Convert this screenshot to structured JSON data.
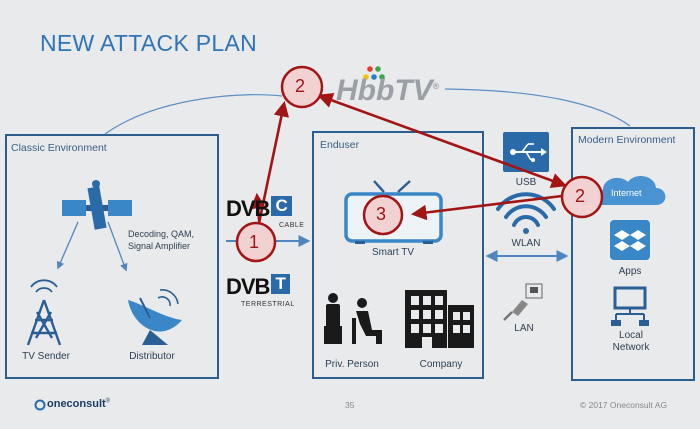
{
  "slide": {
    "title": "NEW ATTACK PLAN",
    "page_number": "35",
    "copyright": "© 2017 Oneconsult AG",
    "brand": "oneconsult",
    "brand_mark": "®"
  },
  "hbbtv": {
    "logo_text": "HbbTV",
    "mark": "®"
  },
  "classic": {
    "label": "Classic Environment",
    "decoding_lines": [
      "Decoding, QAM,",
      "Signal Amplifier"
    ],
    "tv_sender": "TV Sender",
    "distributor": "Distributor"
  },
  "dvb": {
    "cable_logo": "DVB",
    "cable_letter": "C",
    "cable_sub": "CABLE",
    "terrestrial_logo": "DVB",
    "terrestrial_letter": "T",
    "terrestrial_sub": "TERRESTRIAL"
  },
  "enduser": {
    "label": "Enduser",
    "smart_tv": "Smart TV",
    "priv_person": "Priv. Person",
    "company": "Company"
  },
  "connections": {
    "usb": "USB",
    "wlan": "WLAN",
    "lan": "LAN"
  },
  "modern": {
    "label": "Modern Environment",
    "internet": "Internet",
    "apps": "Apps",
    "local_network_lines": [
      "Local",
      "Network"
    ]
  },
  "steps": {
    "one": "1",
    "two": "2",
    "three": "3"
  },
  "colors": {
    "box_border": "#2c5d8f",
    "title": "#2f74b5",
    "arrow_red": "#a31515",
    "badge_fill": "#f1d1d1",
    "icon_blue": "#3a87c8"
  }
}
